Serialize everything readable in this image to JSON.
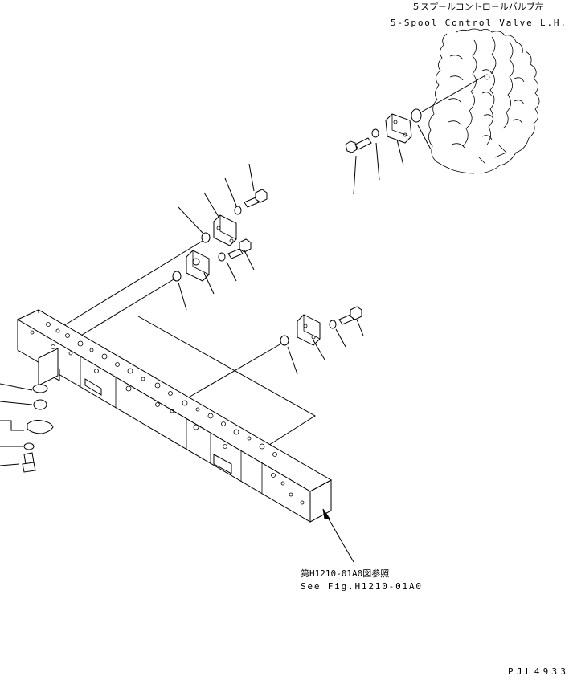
{
  "header": {
    "title_jp": "５スプ－ルコントロ－ルバルブ左",
    "title_en": "5-Spool Control Valve L.H."
  },
  "reference": {
    "label_jp": "第H1210-01A0図参照",
    "label_en": "See Fig.H1210-01A0"
  },
  "footer": {
    "drawing_code": "PJL4933"
  }
}
